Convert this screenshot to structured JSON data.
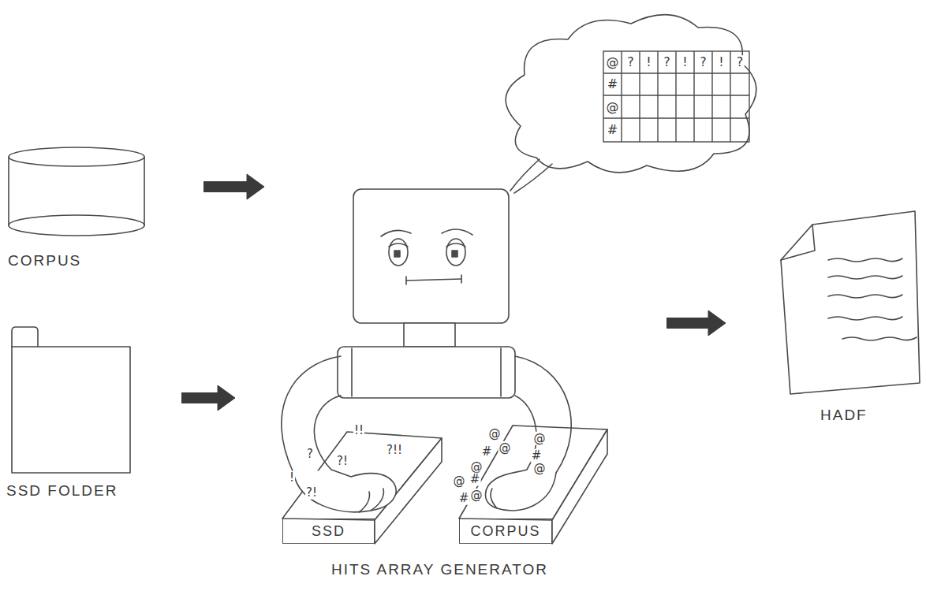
{
  "diagram": {
    "nodes": [
      {
        "text": [
          "CORPUS"
        ]
      },
      {
        "text": [
          "SSD FOLDER"
        ]
      },
      {
        "text": [
          "HITS ARRAY GENERATOR"
        ]
      },
      {
        "text": [
          "SSD"
        ],
        "in": 2
      },
      {
        "text": [
          "CORPUS"
        ],
        "in": 2
      },
      {
        "text": [
          "HADF"
        ]
      }
    ],
    "edges": [
      {
        "from": 0,
        "to": 2,
        "arrow": "to"
      },
      {
        "from": 1,
        "to": 2,
        "arrow": "to"
      },
      {
        "from": 2,
        "to": 5,
        "arrow": "to"
      }
    ],
    "labels": [
      "@",
      "?",
      "!",
      "?",
      "!",
      "?",
      "!",
      "?",
      "#",
      "@",
      "#",
      "!!",
      "?",
      "?!",
      "?!!",
      "?!",
      "!",
      "@",
      "@",
      "#",
      "@",
      "#",
      "@",
      "@",
      "@",
      "#",
      "#",
      "@"
    ]
  }
}
